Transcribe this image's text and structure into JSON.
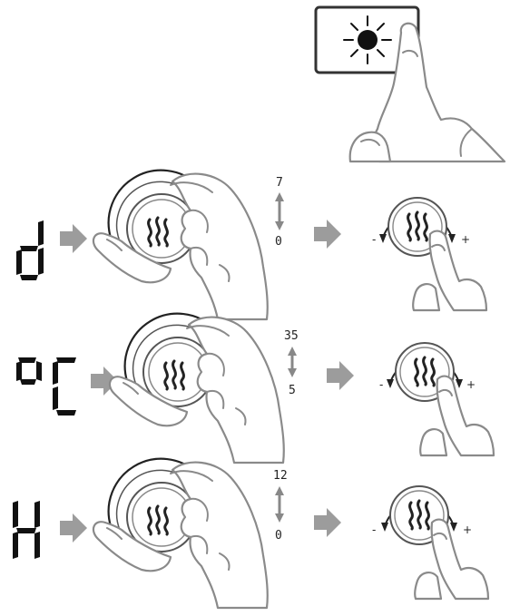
{
  "top_button": {
    "icon": "sun-icon"
  },
  "rows": [
    {
      "mode": "d",
      "range_max": "7",
      "range_min": "0"
    },
    {
      "mode": "°C",
      "range_max": "35",
      "range_min": "5"
    },
    {
      "mode": "H",
      "range_max": "12",
      "range_min": "0"
    }
  ],
  "knob_labels": {
    "minus": "-",
    "plus": "+"
  },
  "colors": {
    "hand_outline": "#8a8a8a",
    "arrow": "#9c9c9c",
    "display": "#111111",
    "button_border": "#333333"
  }
}
